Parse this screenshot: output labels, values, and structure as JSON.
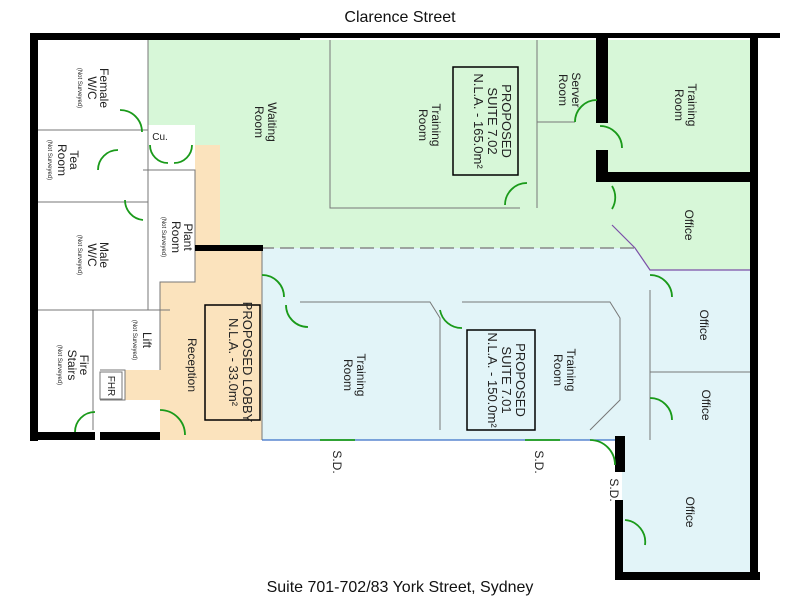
{
  "header": {
    "street": "Clarence Street"
  },
  "footer": {
    "address": "Suite 701-702/83 York Street, Sydney"
  },
  "colors": {
    "suite_702": "#d7f7d8",
    "suite_701": "#e2f4f8",
    "lobby": "#fbe3bd",
    "door": "#1a9a1a",
    "wall": "#000000"
  },
  "rooms": {
    "female_wc": [
      "Female",
      "W/C",
      "(Not Surveyed)"
    ],
    "tea_room": [
      "Tea",
      "Room",
      "(Not Surveyed)"
    ],
    "cupboard": "Cu.",
    "male_wc": [
      "Male",
      "W/C",
      "(Not Surveyed)"
    ],
    "plant_room": [
      "Plant",
      "Room",
      "(Not Surveyed)"
    ],
    "lift": [
      "Lift",
      "(Not Surveyed)"
    ],
    "fire_stairs": [
      "Fire",
      "Stairs",
      "(Not Surveyed)"
    ],
    "fhr": "FHR",
    "reception": "Reception",
    "waiting_room": [
      "Waiting",
      "Room"
    ],
    "training_room_702": [
      "Training",
      "Room"
    ],
    "server_room": [
      "Server",
      "Room"
    ],
    "training_room_ne": [
      "Training",
      "Room"
    ],
    "office_1": "Office",
    "office_2": "Office",
    "office_3": "Office",
    "office_4": "Office",
    "training_room_701_w": [
      "Training",
      "Room"
    ],
    "training_room_701_e": [
      "Training",
      "Room"
    ]
  },
  "suites": {
    "lobby": [
      "PROPOSED LOBBY",
      "N.L.A. - 33.0m²"
    ],
    "suite_702": [
      "PROPOSED",
      "SUITE 7.02",
      "N.L.A. - 165.0m²"
    ],
    "suite_701": [
      "PROPOSED",
      "SUITE 7.01",
      "N.L.A. - 150.0m²"
    ]
  },
  "sliding_doors": [
    "S.D.",
    "S.D.",
    "S.D."
  ]
}
